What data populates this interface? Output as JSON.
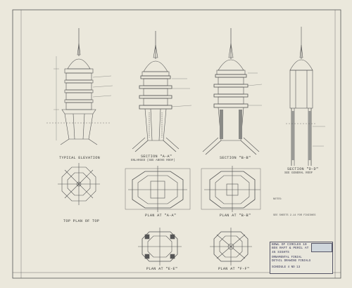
{
  "drawing": {
    "views": {
      "typical_elevation": "TYPICAL ELEVATION",
      "top_plan": "TOP PLAN OF TOP",
      "section_aa": "SECTION \"A-A\"",
      "section_aa_sub": "ENLARGED (SEE ABOVE ROOF)",
      "section_bb_side": "SECTION \"B-B\"",
      "plan_aa": "PLAN AT \"A-A\"",
      "plan_bb": "PLAN AT \"B-B\"",
      "plan_ee": "PLAN AT \"E-E\"",
      "plan_ff": "PLAN AT \"F-F\"",
      "section_dd": "SECTION \"D-D\"",
      "section_dd_sub": "SEE GENERAL ROOF"
    },
    "notes": {
      "general": "NOTES:",
      "see_sheets": "SEE SHEETS 2-14 FOR FINISHES"
    },
    "title_block": {
      "project_line1": "BOWL OF CIRCLES 10",
      "project_line2": "BOX RAFT & PERIL AT 45 SIGHTS",
      "sheet_line1": "ORNAMENTAL FINIAL",
      "sheet_line2": "DETAIL DRAWING FINIALS",
      "footer": "SCHEDULE 4    NO 13"
    }
  },
  "colors": {
    "paper": "#ebe8dc",
    "ink": "#4a4a48",
    "title_stamp": "#cfd6dc"
  }
}
